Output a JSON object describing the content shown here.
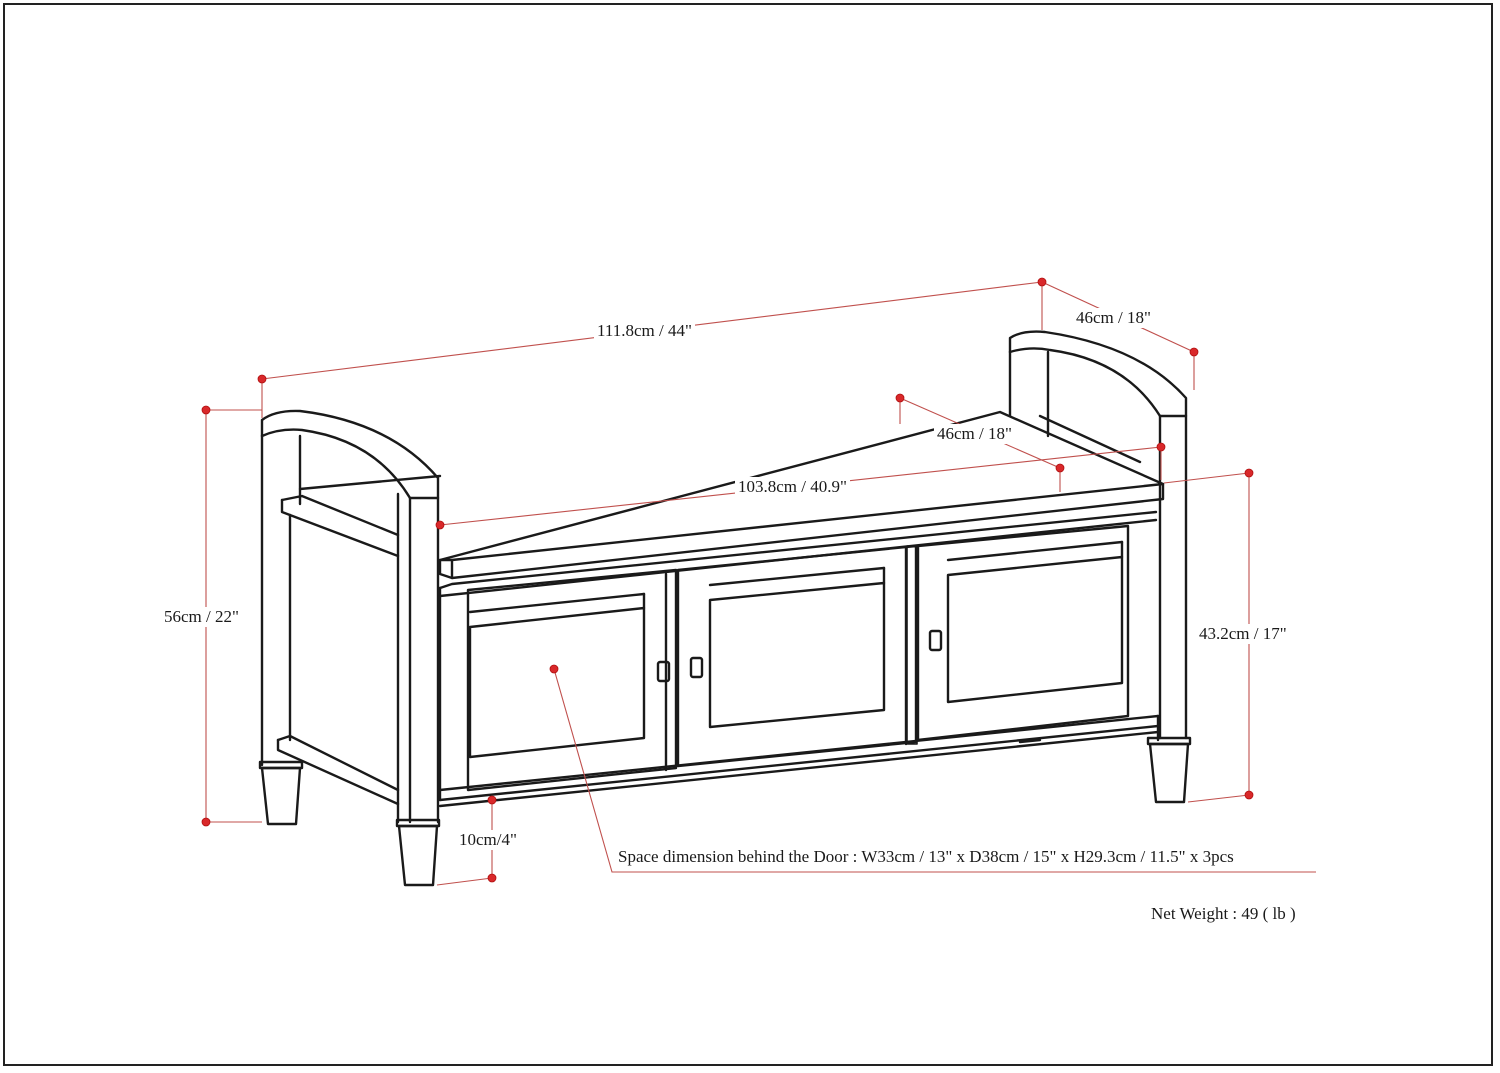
{
  "dimensions": {
    "overall_width": "111.8cm / 44\"",
    "overall_depth": "46cm / 18\"",
    "seat_depth": "46cm / 18\"",
    "seat_width": "103.8cm / 40.9\"",
    "overall_height": "56cm / 22\"",
    "seat_height": "43.2cm / 17\"",
    "leg_height": "10cm/4\""
  },
  "notes": {
    "space_behind_door": "Space dimension behind the Door  : W33cm / 13\" x D38cm / 15\" x H29.3cm / 11.5\" x 3pcs",
    "net_weight": "Net Weight : 49 ( lb )"
  },
  "colors": {
    "line": "#1a1a1a",
    "dimension_line": "#c0504d",
    "dimension_dot": "#d9282a",
    "background": "#ffffff"
  }
}
